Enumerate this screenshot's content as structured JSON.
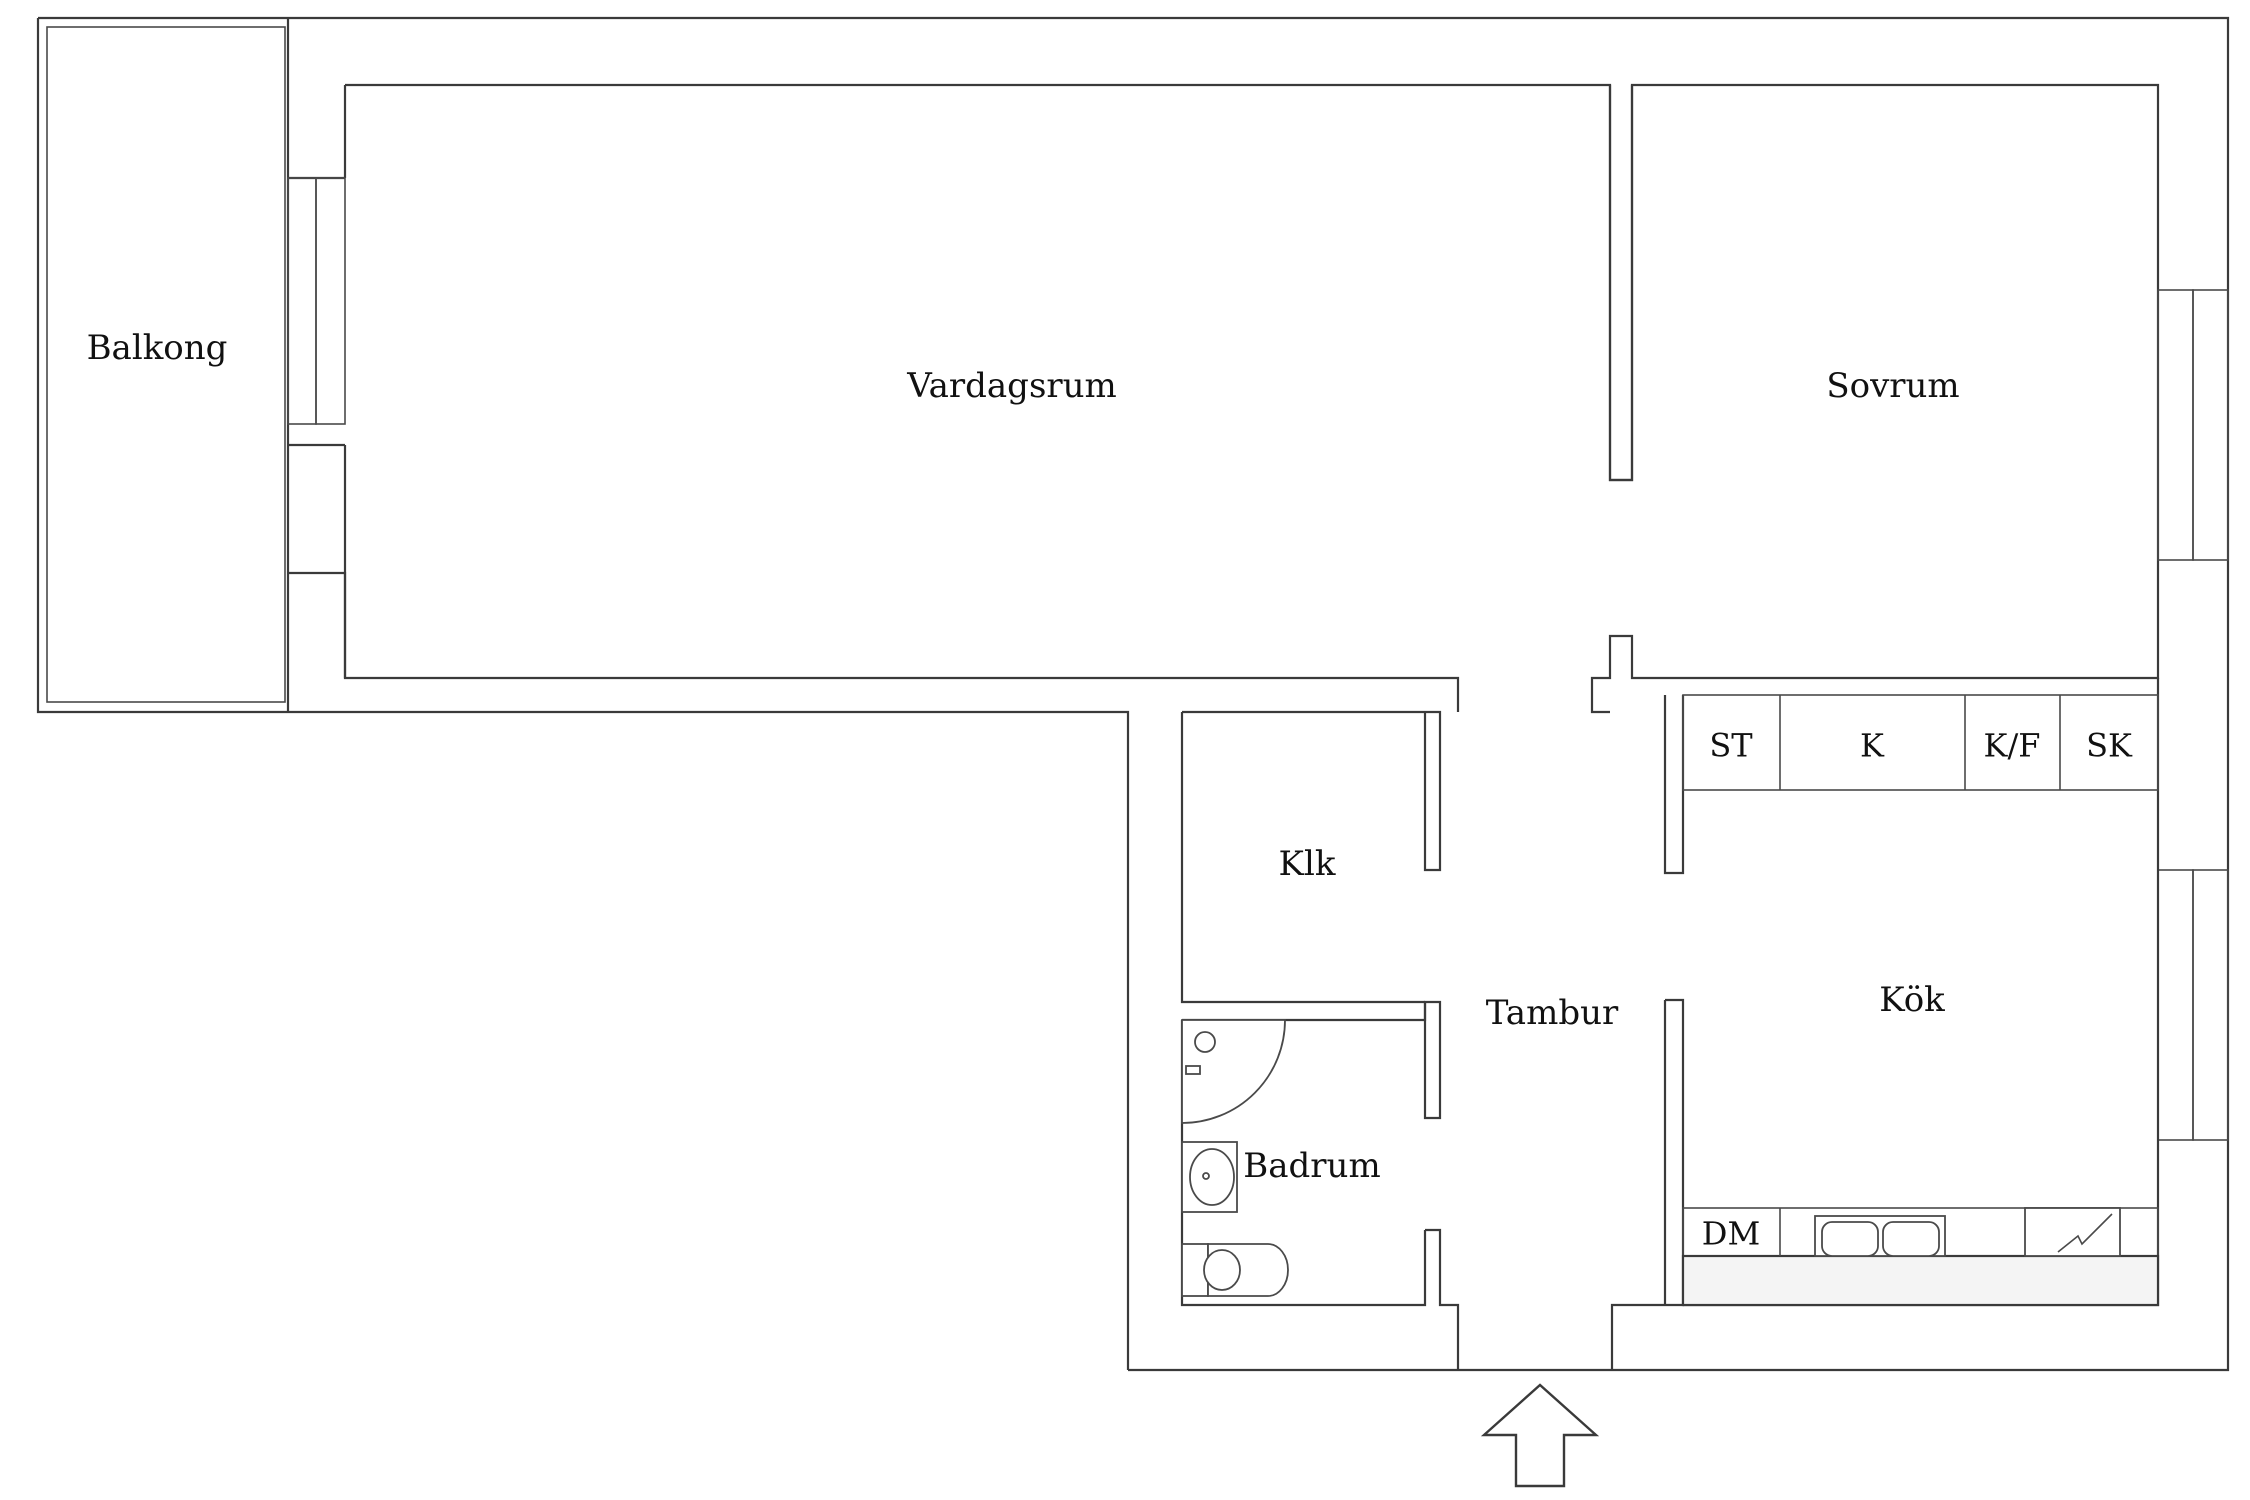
{
  "rooms": {
    "balkong": "Balkong",
    "vardagsrum": "Vardagsrum",
    "sovrum": "Sovrum",
    "klk": "Klk",
    "tambur": "Tambur",
    "kok": "Kök",
    "badrum": "Badrum"
  },
  "appliances": {
    "st": "ST",
    "k": "K",
    "kf": "K/F",
    "sk": "SK",
    "dm": "DM"
  },
  "icons": {
    "entrance": "entrance-arrow-icon",
    "shower": "shower-icon",
    "washbasin": "washbasin-icon",
    "toilet": "toilet-icon",
    "kitchen_sink": "kitchen-sink-icon",
    "stove": "stove-icon"
  },
  "colors": {
    "line": "#3a3a3a",
    "background": "#ffffff",
    "text": "#111111"
  }
}
